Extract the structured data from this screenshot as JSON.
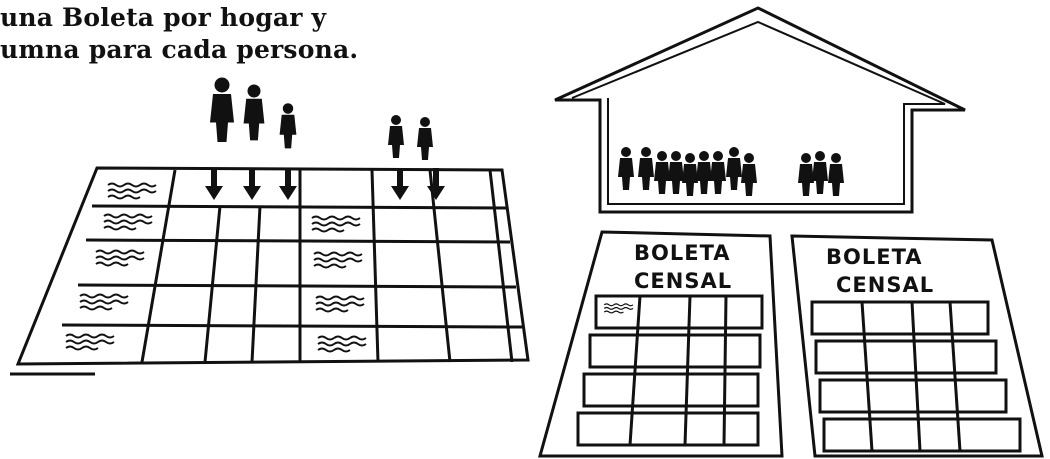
{
  "caption": {
    "line1": "una Boleta por hogar y",
    "line2": "umna para cada persona."
  },
  "forms": [
    {
      "line1": "BOLETA",
      "line2": "CENSAL"
    },
    {
      "line1": "BOLETA",
      "line2": "CENSAL"
    }
  ],
  "illustration": {
    "ink_color": "#111111",
    "paper_color": "#ffffff",
    "icons": [
      "house-icon",
      "family-figures-icon",
      "down-arrow-icon",
      "census-grid-icon"
    ]
  }
}
